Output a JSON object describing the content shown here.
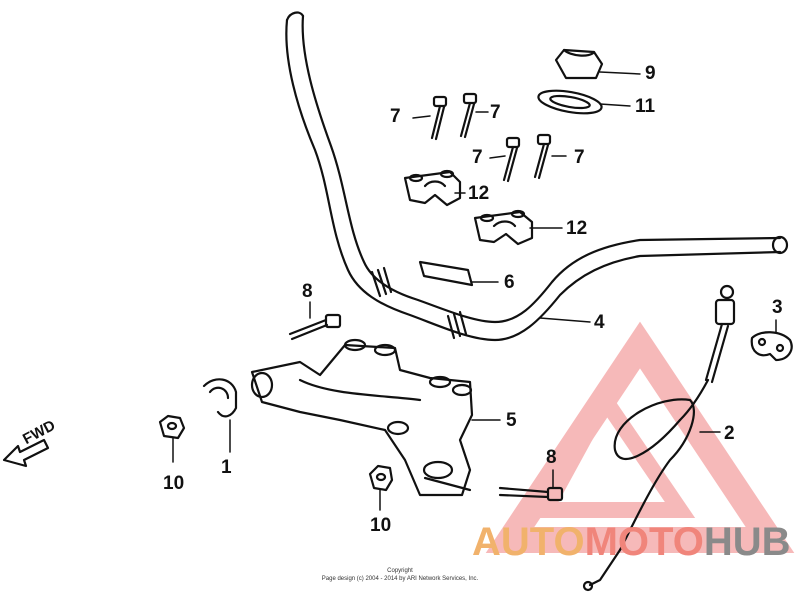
{
  "callouts": {
    "p1": "1",
    "p2": "2",
    "p3": "3",
    "p4": "4",
    "p5": "5",
    "p6": "6",
    "p7a": "7",
    "p7b": "7",
    "p7c": "7",
    "p7d": "7",
    "p8a": "8",
    "p8b": "8",
    "p9": "9",
    "p10a": "10",
    "p10b": "10",
    "p11": "11",
    "p12a": "12",
    "p12b": "12"
  },
  "direction_label": "FWD",
  "copyright": {
    "line1": "Copyright",
    "line2": "Page design (c) 2004 - 2014 by ARI Network Services, Inc."
  },
  "watermark": {
    "part1": "AUTO",
    "part2": "MOTO",
    "part3": "HUB",
    "colors": {
      "part1": "#f1b26c",
      "part2": "#f0857b",
      "part3": "#8a8a8a",
      "triangle": "#f08080"
    }
  }
}
